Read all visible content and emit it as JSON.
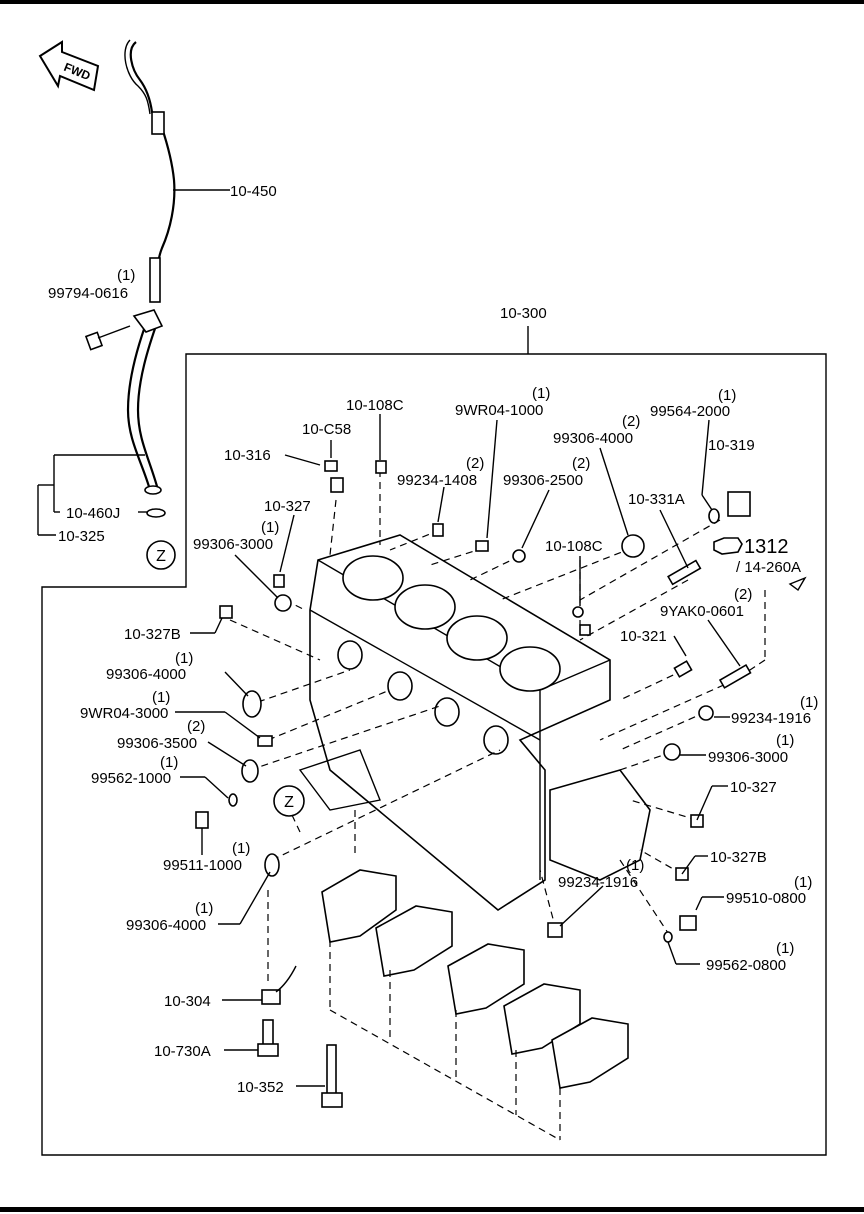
{
  "diagram": {
    "fwd_label": "FWD",
    "callout_z": "Z",
    "reference_number": "1312",
    "reference_sub": "/ 14-260A",
    "assembly_label": "10-300",
    "labels": [
      {
        "id": "l_10450",
        "text": "10-450"
      },
      {
        "id": "l_99794",
        "text": "99794-0616",
        "qty": "(1)"
      },
      {
        "id": "l_10460j",
        "text": "10-460J"
      },
      {
        "id": "l_10325",
        "text": "10-325"
      },
      {
        "id": "l_10108c_a",
        "text": "10-108C"
      },
      {
        "id": "l_9wr041000",
        "text": "9WR04-1000",
        "qty": "(1)"
      },
      {
        "id": "l_995642000",
        "text": "99564-2000",
        "qty": "(1)"
      },
      {
        "id": "l_10c58",
        "text": "10-C58"
      },
      {
        "id": "l_993064000_a",
        "text": "99306-4000",
        "qty": "(2)"
      },
      {
        "id": "l_10319",
        "text": "10-319"
      },
      {
        "id": "l_10316",
        "text": "10-316"
      },
      {
        "id": "l_992341408",
        "text": "99234-1408",
        "qty": "(2)"
      },
      {
        "id": "l_993062500",
        "text": "99306-2500",
        "qty": "(2)"
      },
      {
        "id": "l_10327_a",
        "text": "10-327"
      },
      {
        "id": "l_10331a",
        "text": "10-331A"
      },
      {
        "id": "l_993063000_a",
        "text": "99306-3000",
        "qty": "(1)"
      },
      {
        "id": "l_10108c_b",
        "text": "10-108C"
      },
      {
        "id": "l_10327b_a",
        "text": "10-327B"
      },
      {
        "id": "l_9yak0",
        "text": "9YAK0-0601",
        "qty": "(2)"
      },
      {
        "id": "l_993064000_b",
        "text": "99306-4000",
        "qty": "(1)"
      },
      {
        "id": "l_10321",
        "text": "10-321"
      },
      {
        "id": "l_9wr043000",
        "text": "9WR04-3000",
        "qty": "(1)"
      },
      {
        "id": "l_992341916_a",
        "text": "99234-1916",
        "qty": "(1)"
      },
      {
        "id": "l_993063500",
        "text": "99306-3500",
        "qty": "(2)"
      },
      {
        "id": "l_993063000_b",
        "text": "99306-3000",
        "qty": "(1)"
      },
      {
        "id": "l_995621000",
        "text": "99562-1000",
        "qty": "(1)"
      },
      {
        "id": "l_10327_b",
        "text": "10-327"
      },
      {
        "id": "l_995111000",
        "text": "99511-1000",
        "qty": "(1)"
      },
      {
        "id": "l_10327b_b",
        "text": "10-327B"
      },
      {
        "id": "l_992341916_b",
        "text": "99234-1916",
        "qty": "(1)"
      },
      {
        "id": "l_995100800",
        "text": "99510-0800",
        "qty": "(1)"
      },
      {
        "id": "l_993064000_c",
        "text": "99306-4000",
        "qty": "(1)"
      },
      {
        "id": "l_995620800",
        "text": "99562-0800",
        "qty": "(1)"
      },
      {
        "id": "l_10304",
        "text": "10-304"
      },
      {
        "id": "l_10730a",
        "text": "10-730A"
      },
      {
        "id": "l_10352",
        "text": "10-352"
      }
    ]
  }
}
